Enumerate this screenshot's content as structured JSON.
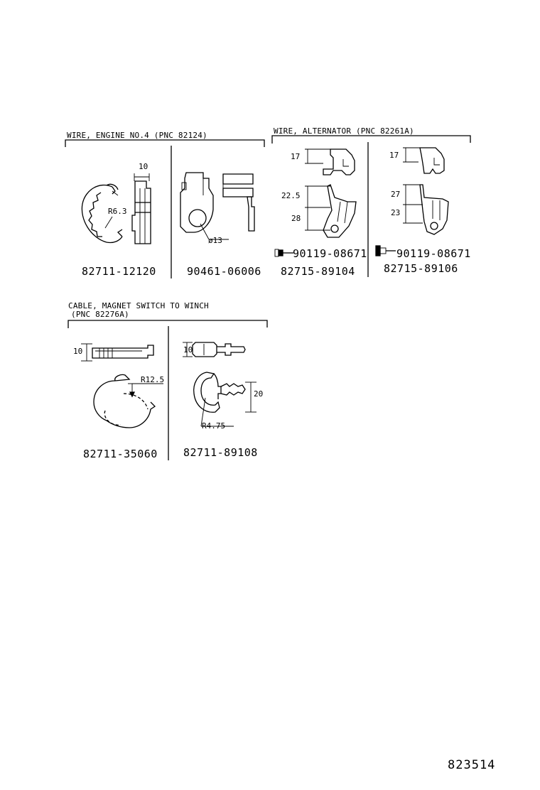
{
  "sections": [
    {
      "id": "wire-engine",
      "title": "WIRE, ENGINE NO.4 (PNC 82124)",
      "parts": [
        {
          "part_number": "82711-12120",
          "dims": [
            "10",
            "R6.3"
          ]
        },
        {
          "part_number": "90461-06006",
          "dims": [
            "ø13"
          ]
        }
      ]
    },
    {
      "id": "wire-alternator",
      "title": "WIRE, ALTERNATOR (PNC 82261A)",
      "parts": [
        {
          "part_number": "82715-89104",
          "bolt": "90119-08671",
          "dims": [
            "17",
            "22.5",
            "28"
          ]
        },
        {
          "part_number": "82715-89106",
          "bolt": "90119-08671",
          "dims": [
            "17",
            "27",
            "23"
          ]
        }
      ]
    },
    {
      "id": "cable-winch",
      "title": "CABLE, MAGNET SWITCH TO WINCH",
      "subtitle": "(PNC 82276A)",
      "parts": [
        {
          "part_number": "82711-35060",
          "dims": [
            "10",
            "R12.5"
          ]
        },
        {
          "part_number": "82711-89108",
          "dims": [
            "10",
            "20",
            "R4.75"
          ]
        }
      ]
    }
  ],
  "diagram_number": "823514"
}
